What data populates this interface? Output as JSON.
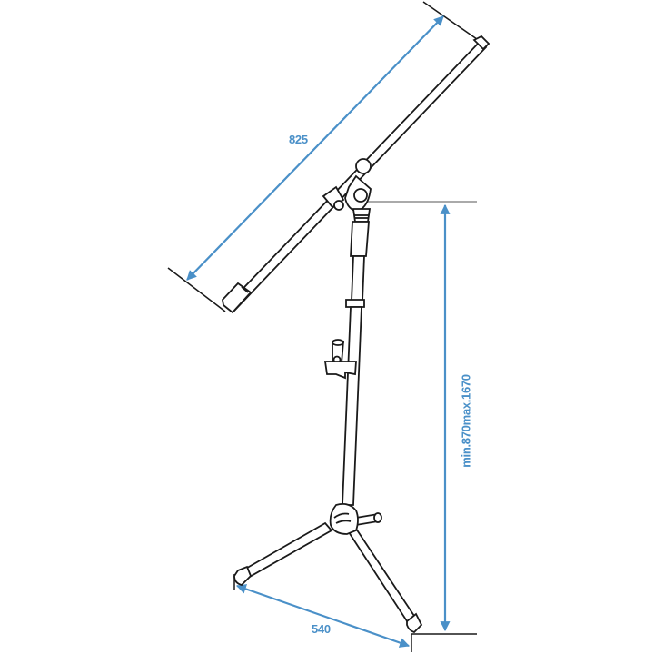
{
  "diagram": {
    "subject": "Microphone stand with boom arm",
    "colors": {
      "outline": "#1a1a1a",
      "dimension": "#4a90c8",
      "extension_line": "#555555",
      "background": "#ffffff"
    },
    "dimensions": {
      "boom_length": {
        "label": "825"
      },
      "height": {
        "label": "min.870max.1670"
      },
      "base_spread": {
        "label": "540"
      }
    }
  }
}
